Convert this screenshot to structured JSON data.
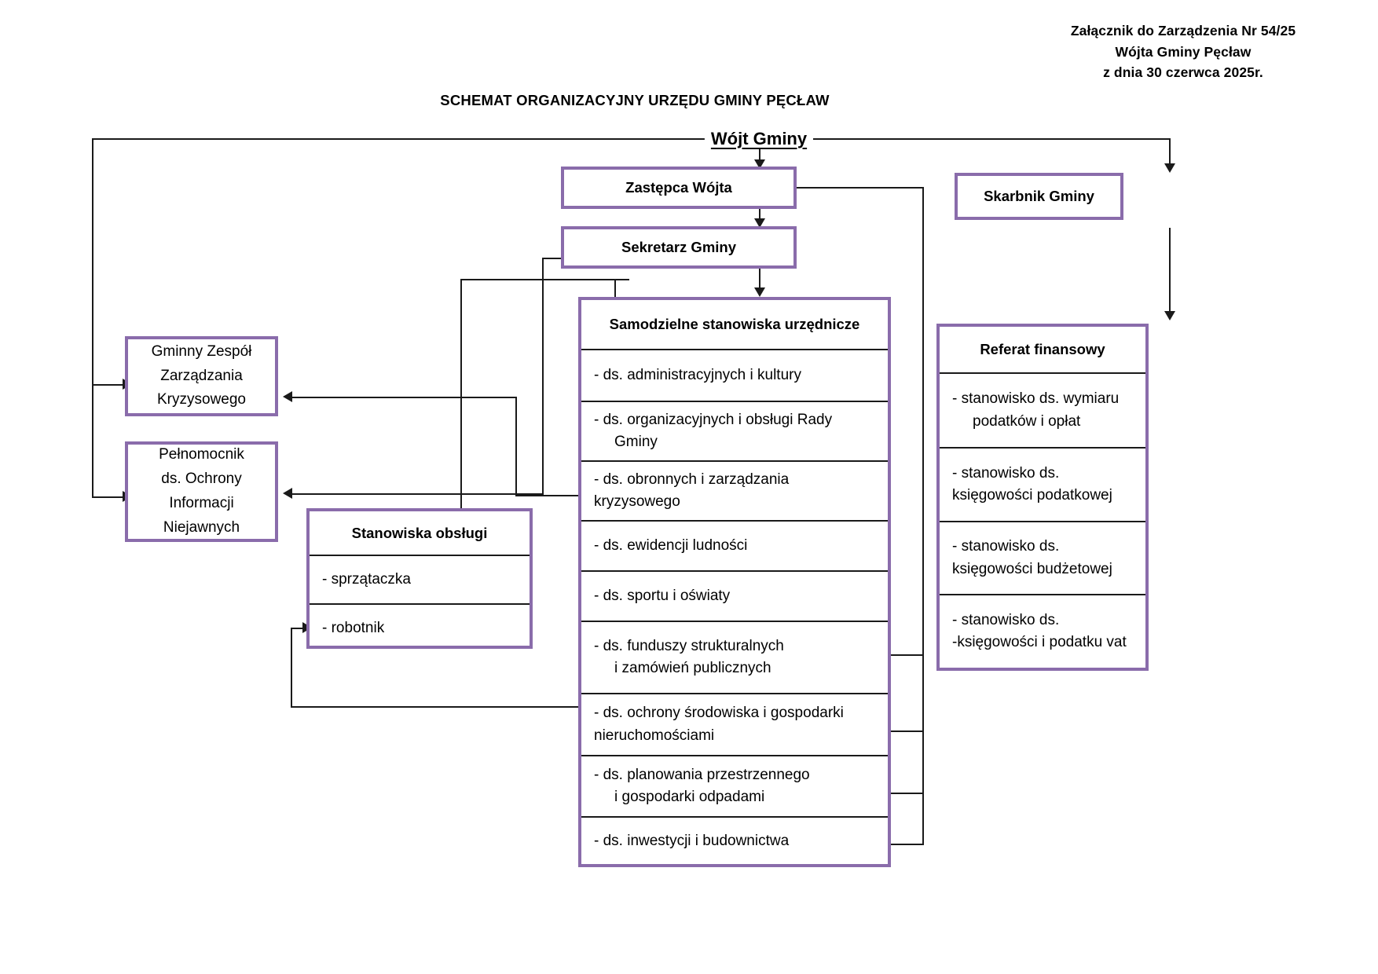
{
  "header": {
    "note_line1": "Załącznik do Zarządzenia Nr 54/25",
    "note_line2": "Wójta Gminy Pęcław",
    "note_line3": "z dnia 30 czerwca 2025r.",
    "title": "SCHEMAT ORGANIZACYJNY URZĘDU GMINY PĘCŁAW"
  },
  "nodes": {
    "wojt": "Wójt Gminy",
    "zastepca": "Zastępca Wójta",
    "sekretarz": "Sekretarz Gminy",
    "skarbnik": "Skarbnik Gminy",
    "gzzk_l1": "Gminny Zespół",
    "gzzk_l2": "Zarządzania",
    "gzzk_l3": "Kryzysowego",
    "pelnomocnik_l1": "Pełnomocnik",
    "pelnomocnik_l2": "ds. Ochrony",
    "pelnomocnik_l3": "Informacji",
    "pelnomocnik_l4": "Niejawnych"
  },
  "samodzielne": {
    "title": "Samodzielne stanowiska urzędnicze",
    "items": [
      {
        "line1": "- ds.  administracyjnych i kultury",
        "line2": ""
      },
      {
        "line1": "- ds. organizacyjnych i obsługi Rady",
        "line2": "Gminy"
      },
      {
        "line1": " - ds. obronnych i zarządzania",
        "line2": "kryzysowego"
      },
      {
        "line1": "- ds. ewidencji ludności",
        "line2": ""
      },
      {
        "line1": "- ds. sportu i oświaty",
        "line2": ""
      },
      {
        "line1": "- ds. funduszy strukturalnych",
        "line2": "i zamówień publicznych"
      },
      {
        "line1": "- ds. ochrony środowiska i gospodarki",
        "line2": "nieruchomościami"
      },
      {
        "line1": "- ds. planowania przestrzennego",
        "line2": "i gospodarki odpadami"
      },
      {
        "line1": "- ds. inwestycji i budownictwa",
        "line2": ""
      }
    ]
  },
  "obslugi": {
    "title": "Stanowiska obsługi",
    "items": [
      {
        "line1": "- sprzątaczka"
      },
      {
        "line1": "- robotnik"
      }
    ]
  },
  "referat": {
    "title": "Referat finansowy",
    "items": [
      {
        "line1": "- stanowisko ds. wymiaru",
        "line2": "podatków i opłat"
      },
      {
        "line1": "- stanowisko ds.",
        "line2": "księgowości podatkowej"
      },
      {
        "line1": "- stanowisko ds.",
        "line2": "księgowości budżetowej"
      },
      {
        "line1": "- stanowisko ds.",
        "line2": "-księgowości i podatku vat"
      }
    ]
  },
  "colors": {
    "box_border": "#8a6cab",
    "line": "#1a1a1a",
    "background": "#ffffff"
  }
}
